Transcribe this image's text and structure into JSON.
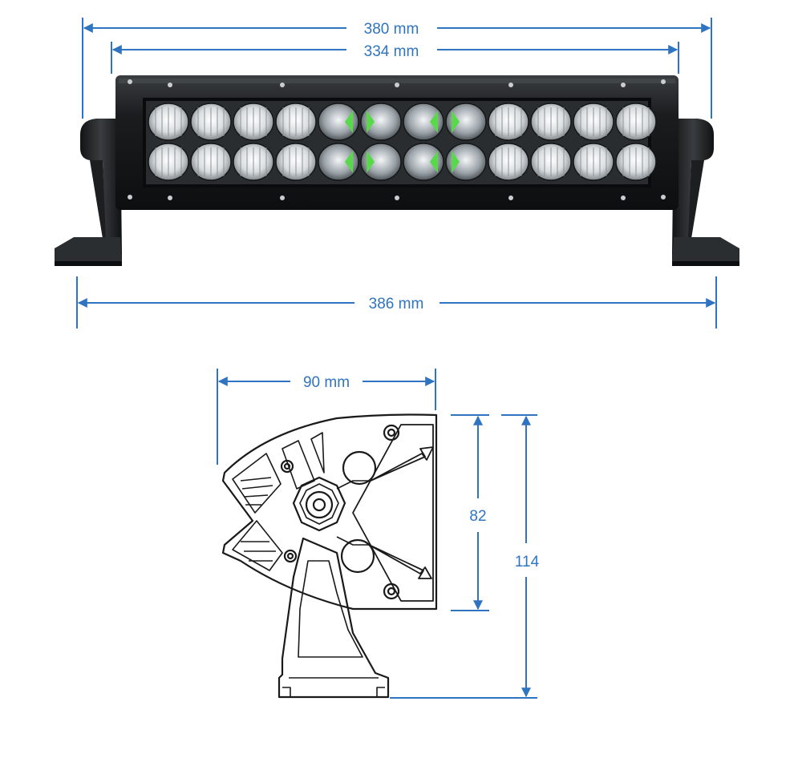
{
  "dimensions": {
    "overall_length": "380 mm",
    "lens_length": "334 mm",
    "mount_span": "386 mm",
    "depth": "90 mm",
    "housing_height": "82",
    "total_height": "114"
  },
  "colors": {
    "dimension_line": "#2f74c0",
    "housing": "#1b1d1f",
    "led_green": "#58d84a",
    "outline": "#1a1a1a"
  }
}
